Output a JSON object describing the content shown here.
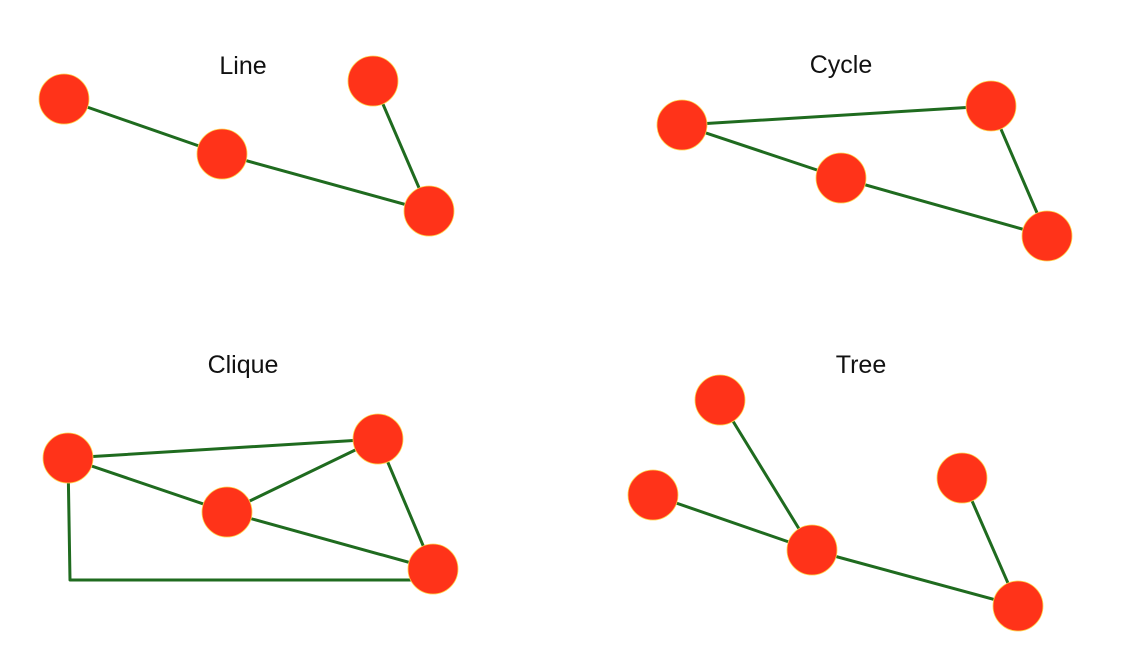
{
  "colors": {
    "node": "#ff3319",
    "edge": "#1f6b1f",
    "title": "#111111"
  },
  "graphs": [
    {
      "id": "line",
      "title": "Line",
      "nodes": [
        {
          "id": "a"
        },
        {
          "id": "b"
        },
        {
          "id": "c"
        },
        {
          "id": "d"
        }
      ],
      "edges": [
        [
          "a",
          "b"
        ],
        [
          "b",
          "d"
        ],
        [
          "c",
          "d"
        ]
      ]
    },
    {
      "id": "cycle",
      "title": "Cycle",
      "nodes": [
        {
          "id": "a"
        },
        {
          "id": "b"
        },
        {
          "id": "c"
        },
        {
          "id": "d"
        }
      ],
      "edges": [
        [
          "a",
          "c"
        ],
        [
          "a",
          "b"
        ],
        [
          "b",
          "d"
        ],
        [
          "c",
          "d"
        ]
      ]
    },
    {
      "id": "clique",
      "title": "Clique",
      "nodes": [
        {
          "id": "a"
        },
        {
          "id": "b"
        },
        {
          "id": "c"
        },
        {
          "id": "d"
        }
      ],
      "edges": [
        [
          "a",
          "c"
        ],
        [
          "a",
          "b"
        ],
        [
          "b",
          "c"
        ],
        [
          "b",
          "d"
        ],
        [
          "c",
          "d"
        ],
        [
          "a",
          "d"
        ]
      ]
    },
    {
      "id": "tree",
      "title": "Tree",
      "nodes": [
        {
          "id": "a"
        },
        {
          "id": "b"
        },
        {
          "id": "c"
        },
        {
          "id": "d"
        },
        {
          "id": "e"
        }
      ],
      "edges": [
        [
          "a",
          "c"
        ],
        [
          "b",
          "c"
        ],
        [
          "c",
          "e"
        ],
        [
          "d",
          "e"
        ]
      ]
    }
  ]
}
